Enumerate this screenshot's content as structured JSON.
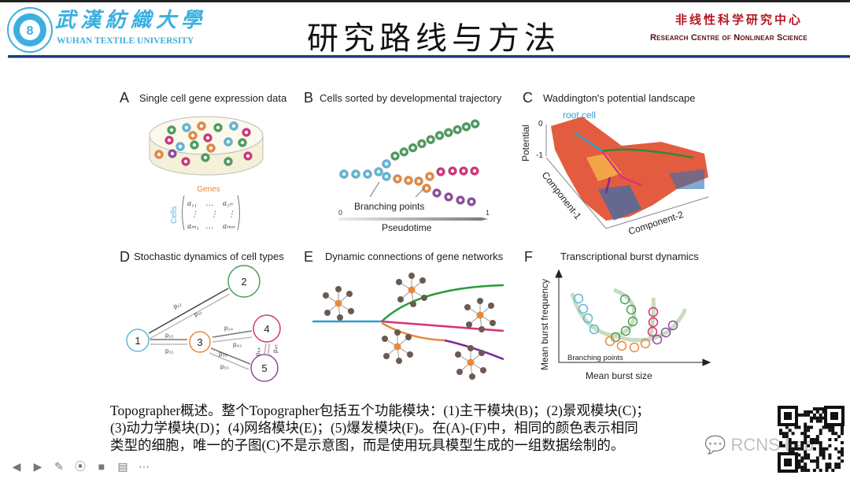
{
  "header": {
    "university_cn": "武漢紡織大學",
    "university_en": "WUHAN TEXTILE UNIVERSITY",
    "title": "研究路线与方法",
    "centre_cn": "非线性科学研究中心",
    "centre_en": "Research Centre of Nonlinear Science"
  },
  "figure": {
    "A": {
      "letter": "A",
      "title": "Single cell gene expression data",
      "genes": "Genes",
      "cells": "Cells",
      "m11": "a₁₁",
      "m1n": "a₁ₙ",
      "mm1": "aₘ₁",
      "mmn": "aₘₙ",
      "dots": "…",
      "vdots": "⋮"
    },
    "B": {
      "letter": "B",
      "title": "Cells sorted by developmental trajectory",
      "branching": "Branching points",
      "axis_start": "0",
      "axis_end": "1",
      "axis_label": "Pseudotime"
    },
    "C": {
      "letter": "C",
      "title": "Waddington's potential landscape",
      "root": "root cell",
      "ylabel": "Potential",
      "y0": "0",
      "y1": "-1",
      "x1": "Component-1",
      "x2": "Component-2"
    },
    "D": {
      "letter": "D",
      "title": "Stochastic dynamics of cell types",
      "nodes": [
        "1",
        "2",
        "3",
        "4",
        "5"
      ],
      "p12": "p₁₂",
      "p21": "p₂₁",
      "p13": "p₁₃",
      "p31": "p₃₁",
      "p34": "p₃₄",
      "p43": "p₄₃",
      "p35": "p₃₅",
      "p53": "p₅₃",
      "p54": "p₅₄",
      "p45": "p₄₅"
    },
    "E": {
      "letter": "E",
      "title": "Dynamic connections of gene networks"
    },
    "F": {
      "letter": "F",
      "title": "Transcriptional burst dynamics",
      "ylabel": "Mean burst frequency",
      "xlabel": "Mean burst size",
      "branching": "Branching points"
    }
  },
  "colors": {
    "blue": "#5bb8dc",
    "green": "#4a9e5c",
    "orange": "#e8893a",
    "pink": "#d6337a",
    "purple": "#8e4aa0"
  },
  "caption": {
    "line1": "Topographer概述。整个Topographer包括五个功能模块：(1)主干模块(B)；(2)景观模块(C)；",
    "line2": "(3)动力学模块(D)；(4)网络模块(E)；(5)爆发模块(F)。在(A)-(F)中，相同的颜色表示相同",
    "line3": "类型的细胞，唯一的子图(C)不是示意图，而是使用玩具模型生成的一组数据绘制的。"
  },
  "watermark": "RCNS Lab",
  "toolbar": [
    "previous",
    "next",
    "pen",
    "focus",
    "camera",
    "subtitles",
    "more"
  ]
}
